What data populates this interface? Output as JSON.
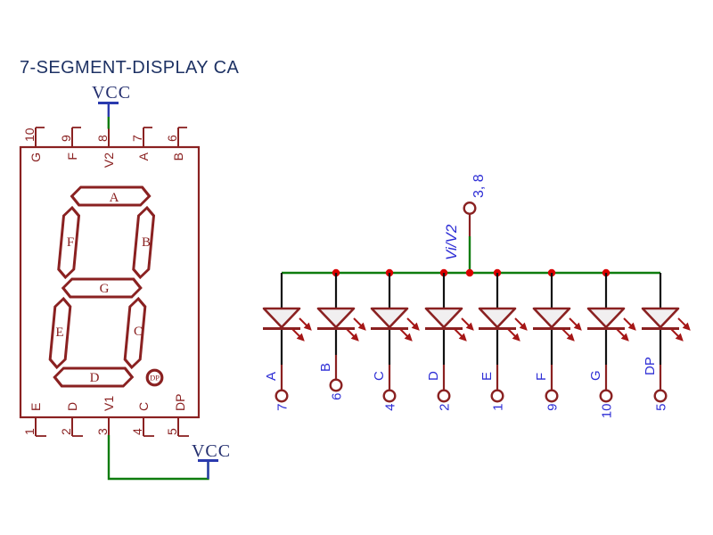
{
  "title": "7-SEGMENT-DISPLAY CA",
  "colors": {
    "component_maroon": "#8A2121",
    "title_navy": "#1E3264",
    "vcc_navy": "#232E6E",
    "power_blue": "#2A3AAE",
    "net_label_blue": "#2D2DD5",
    "wire_green": "#0E7C0E",
    "junction_red": "#D90000",
    "emission_arrow_red": "#A51717",
    "wire_black": "#111111"
  },
  "power": {
    "top_vcc": "VCC",
    "bottom_vcc": "VCC"
  },
  "display": {
    "top_pins": [
      {
        "number": "10",
        "name": "G"
      },
      {
        "number": "9",
        "name": "F"
      },
      {
        "number": "8",
        "name": "V2"
      },
      {
        "number": "7",
        "name": "A"
      },
      {
        "number": "6",
        "name": "B"
      }
    ],
    "bottom_pins": [
      {
        "number": "1",
        "name": "E"
      },
      {
        "number": "2",
        "name": "D"
      },
      {
        "number": "3",
        "name": "V1"
      },
      {
        "number": "4",
        "name": "C"
      },
      {
        "number": "5",
        "name": "DP"
      }
    ],
    "segments": [
      "A",
      "F",
      "B",
      "G",
      "E",
      "C",
      "D"
    ],
    "decimal_point": "DP"
  },
  "led_array": {
    "feed_name": "Vi/V2",
    "feed_pins": "3, 8",
    "leds": [
      {
        "segment": "A",
        "pin": "7"
      },
      {
        "segment": "B",
        "pin": "6"
      },
      {
        "segment": "C",
        "pin": "4"
      },
      {
        "segment": "D",
        "pin": "2"
      },
      {
        "segment": "E",
        "pin": "1"
      },
      {
        "segment": "F",
        "pin": "9"
      },
      {
        "segment": "G",
        "pin": "10"
      },
      {
        "segment": "DP",
        "pin": "5"
      }
    ]
  }
}
